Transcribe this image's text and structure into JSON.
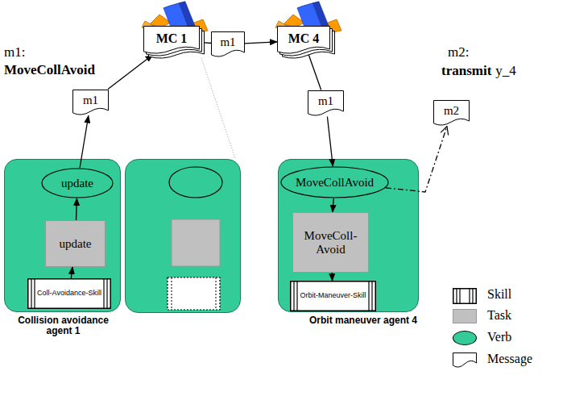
{
  "diagram": {
    "nodes": [
      {
        "text": [
          "MC 1"
        ]
      },
      {
        "text": [
          "m1"
        ]
      },
      {
        "text": [
          "MC 4"
        ]
      },
      {
        "text": [
          "m2"
        ]
      },
      {
        "text": [
          "m1"
        ]
      },
      {
        "text": [
          "m1"
        ]
      },
      {
        "text": [
          "Collision avoidance agent 1"
        ]
      },
      {
        "text": [
          "update"
        ],
        "in": 6
      },
      {
        "text": [
          "update"
        ],
        "in": 6
      },
      {
        "text": [
          "Coll-Avoidance-Skill"
        ],
        "in": 6
      },
      {
        "text": [
          "Orbit maneuver agent 4"
        ]
      },
      {
        "text": [
          "MoveCollAvoid"
        ],
        "in": 10
      },
      {
        "text": [
          "MoveColl- Avoid"
        ],
        "in": 10
      },
      {
        "text": [
          "Orbit-Maneuver-Skill"
        ],
        "in": 10
      }
    ],
    "edges": [
      {
        "from": 9,
        "to": 8,
        "arrow": "to"
      },
      {
        "from": 8,
        "to": 7,
        "arrow": "to"
      },
      {
        "from": 7,
        "to": 4,
        "arrow": "to"
      },
      {
        "from": 4,
        "to": 0,
        "arrow": "to"
      },
      {
        "from": 0,
        "to": 1,
        "arrow": "none"
      },
      {
        "from": 1,
        "to": 2,
        "arrow": "to"
      },
      {
        "from": 2,
        "to": 5,
        "arrow": "none"
      },
      {
        "from": 5,
        "to": 11,
        "arrow": "to"
      },
      {
        "from": 11,
        "to": 12,
        "arrow": "to"
      },
      {
        "from": 12,
        "to": 13,
        "arrow": "to"
      },
      {
        "from": 11,
        "to": 3,
        "arrow": "to"
      }
    ],
    "labels": [
      "m1:",
      "MoveCollAvoid",
      "m2:",
      "transmit",
      "y_4"
    ],
    "legend": [
      {
        "text": "Skill"
      },
      {
        "text": "Task",
        "color": "#c0c0c0"
      },
      {
        "text": "Verb",
        "color": "#33cc99"
      },
      {
        "text": "Message"
      }
    ]
  }
}
